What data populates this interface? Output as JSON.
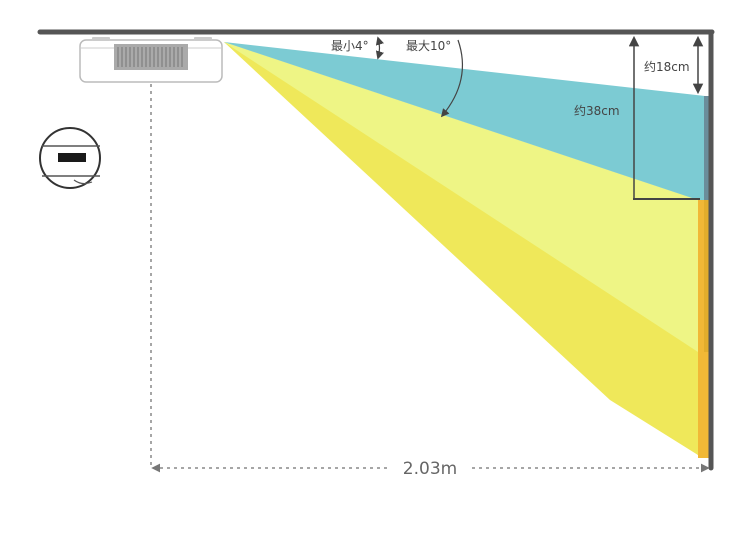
{
  "labels": {
    "min_angle": "最小4°",
    "max_angle": "最大10°",
    "height_18": "约18cm",
    "height_38": "约38cm",
    "distance": "2.03m"
  },
  "colors": {
    "blue_beam": "#7ccbd3",
    "yellow_light": "#eef585",
    "yellow_mid": "#efe85a",
    "yellow_dark": "#eadb3c",
    "wall": "#555555",
    "wall_edge_blue": "#6b8d9b",
    "wall_edge_orange": "#f0b020",
    "device_outline": "#bbbbbb"
  },
  "icons": {
    "projector": "projector-device-icon",
    "sensor_detail": "sensor-detail-icon"
  }
}
